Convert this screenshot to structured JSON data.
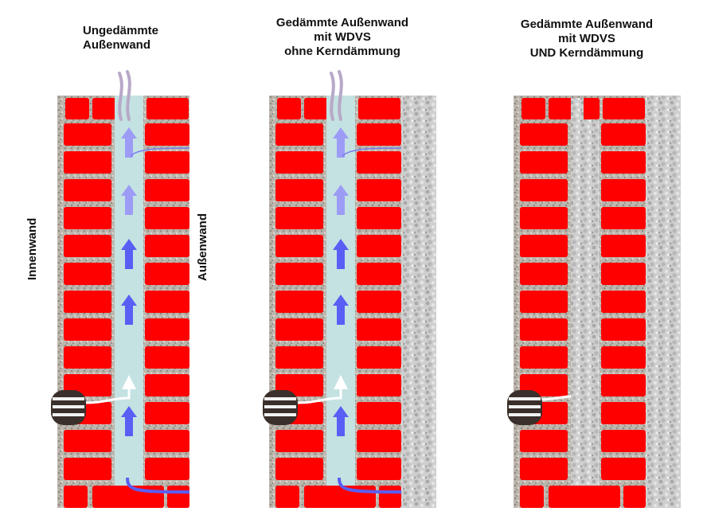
{
  "panels": [
    {
      "title": "Ungedämmte\nAußenwand",
      "wdvs": false,
      "core_insulation": false
    },
    {
      "title": "Gedämmte Außenwand\nmit WDVS\nohne Kerndämmung",
      "wdvs": true,
      "core_insulation": false
    },
    {
      "title": "Gedämmte Außenwand\nmit WDVS\nUND Kerndämmung",
      "wdvs": true,
      "core_insulation": true
    }
  ],
  "labels": {
    "inner_wall": "Innenwand",
    "outer_wall": "Außenwand"
  },
  "colors": {
    "brick": "#ff0000",
    "mortar": "#b8b0a6",
    "air_gap": "#c4e2e2",
    "arrow_strong": "#5a5ef4",
    "arrow_light": "#9c9cf6",
    "insulation": "#c8c8c8",
    "smoke": "#b8a8c8"
  },
  "icons": [
    "pipe-icon",
    "upward-airflow-arrow-icon",
    "smoke-plume-icon"
  ]
}
